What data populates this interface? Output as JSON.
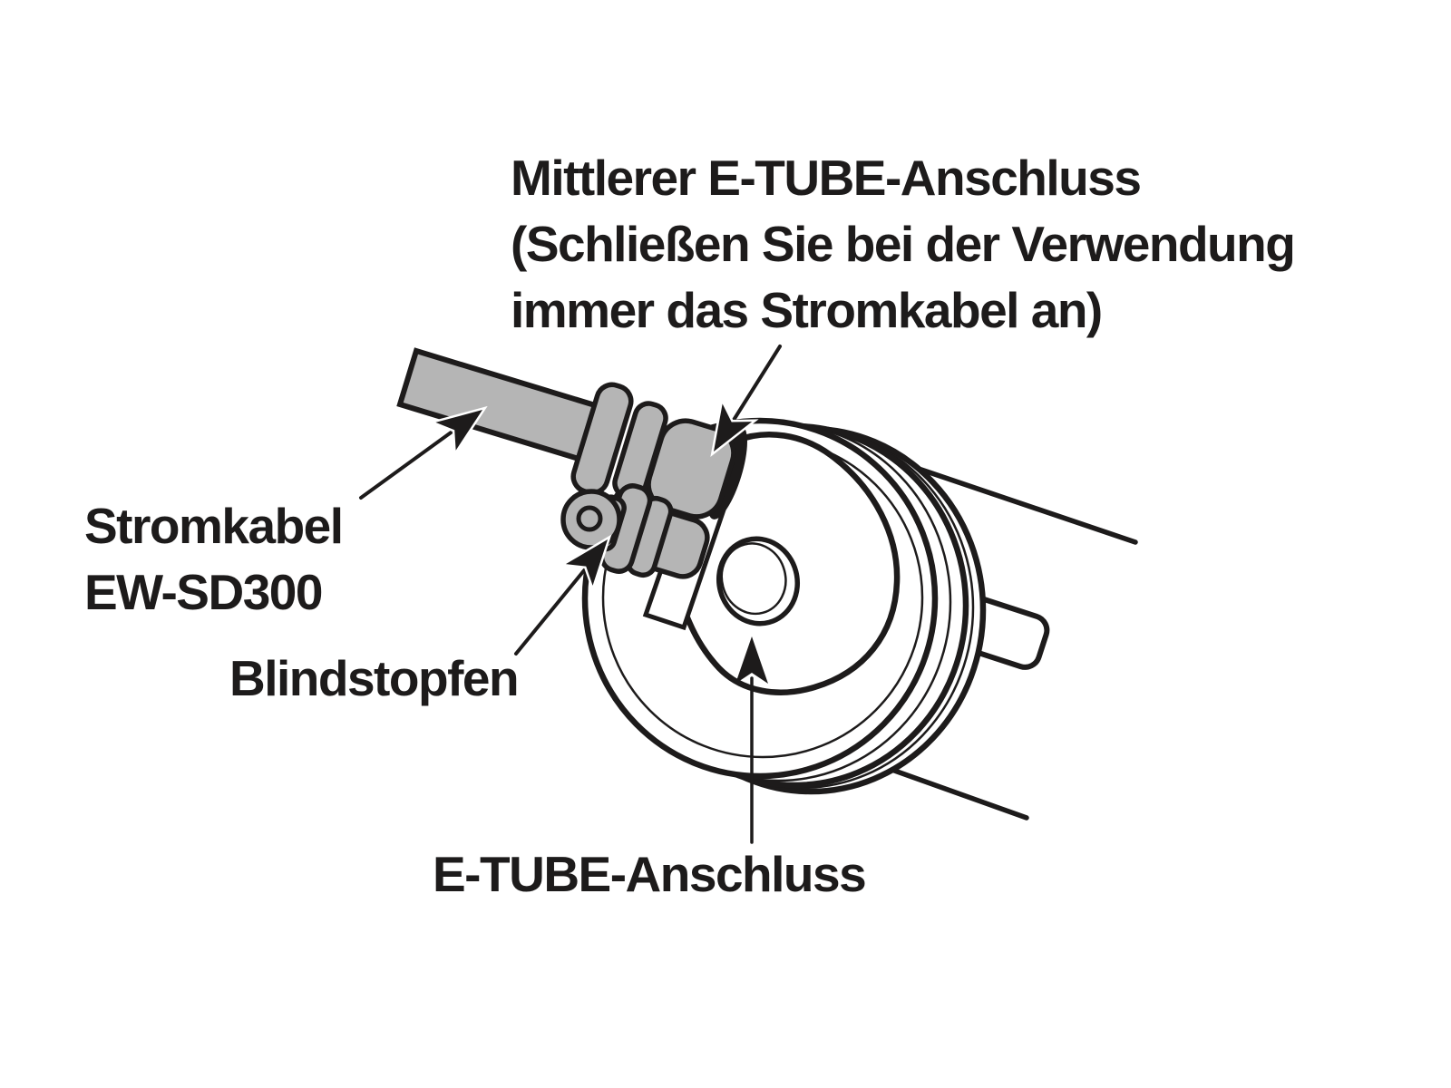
{
  "background": "#ffffff",
  "colors": {
    "ink": "#1d1b1b",
    "part_fill": "#b5b5b5",
    "paper": "#ffffff"
  },
  "annotations": {
    "middle_connector": {
      "line1": "Mittlerer E-TUBE-Anschluss",
      "line2": "(Schließen Sie bei der Verwendung",
      "line3": "immer das Stromkabel an)"
    },
    "power_cable": {
      "line1": "Stromkabel",
      "line2": "EW-SD300"
    },
    "blind_plug": {
      "label": "Blindstopfen"
    },
    "etube_port": {
      "label": "E-TUBE-Anschluss"
    }
  }
}
